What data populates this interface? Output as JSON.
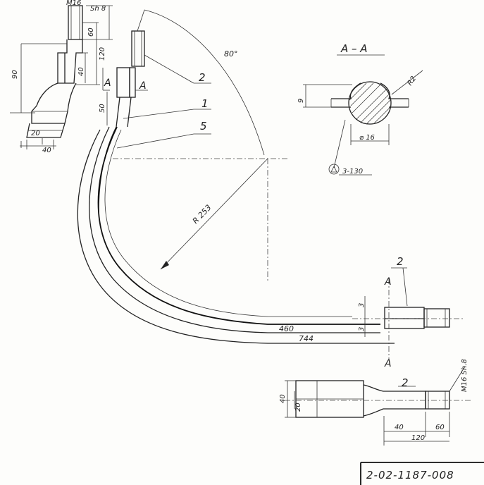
{
  "drawing": {
    "section_title": "A – A",
    "section_marks": {
      "cut_label": "A"
    },
    "callouts": {
      "part_2": "2",
      "part_1": "1",
      "part_5": "5"
    },
    "dims_top_left": {
      "thread": "M16",
      "tolerance": "Sh 8",
      "d60": "60",
      "d120": "120",
      "d40": "40",
      "d90": "90",
      "d50": "50",
      "d20": "20",
      "d40_bottom": "40"
    },
    "angle": "80°",
    "radius": "R 253",
    "dims_straight": {
      "d3a": "3",
      "d3b": "3",
      "d460": "460",
      "d744": "744"
    },
    "section_dims": {
      "d9": "9",
      "r2": "R2",
      "dia16": "⌀ 16",
      "weld": "3-130"
    },
    "dims_bottom_right": {
      "thread": "M16 Sh.8",
      "d40": "40",
      "d20": "20",
      "d40b": "40",
      "d60": "60",
      "d120": "120"
    },
    "title_block": {
      "number": "2-02-1187-008"
    }
  }
}
